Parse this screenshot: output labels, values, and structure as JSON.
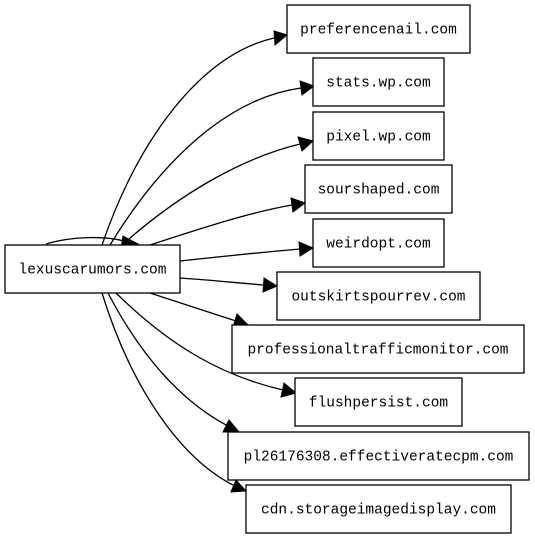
{
  "graph": {
    "source": {
      "id": "src",
      "label": "lexuscarumors.com"
    },
    "targets": [
      {
        "id": "t1",
        "label": "preferencenail.com"
      },
      {
        "id": "t2",
        "label": "stats.wp.com"
      },
      {
        "id": "t3",
        "label": "pixel.wp.com"
      },
      {
        "id": "t4",
        "label": "sourshaped.com"
      },
      {
        "id": "t5",
        "label": "weirdopt.com"
      },
      {
        "id": "t6",
        "label": "outskirtspourrev.com"
      },
      {
        "id": "t7",
        "label": "professionaltrafficmonitor.com"
      },
      {
        "id": "t8",
        "label": "flushpersist.com"
      },
      {
        "id": "t9",
        "label": "pl26176308.effectiveratecpm.com"
      },
      {
        "id": "t10",
        "label": "cdn.storageimagedisplay.com"
      }
    ],
    "edges": [
      {
        "from": "src",
        "to": "src"
      },
      {
        "from": "src",
        "to": "t1"
      },
      {
        "from": "src",
        "to": "t2"
      },
      {
        "from": "src",
        "to": "t3"
      },
      {
        "from": "src",
        "to": "t4"
      },
      {
        "from": "src",
        "to": "t5"
      },
      {
        "from": "src",
        "to": "t6"
      },
      {
        "from": "src",
        "to": "t7"
      },
      {
        "from": "src",
        "to": "t8"
      },
      {
        "from": "src",
        "to": "t9"
      },
      {
        "from": "src",
        "to": "t10"
      }
    ]
  }
}
